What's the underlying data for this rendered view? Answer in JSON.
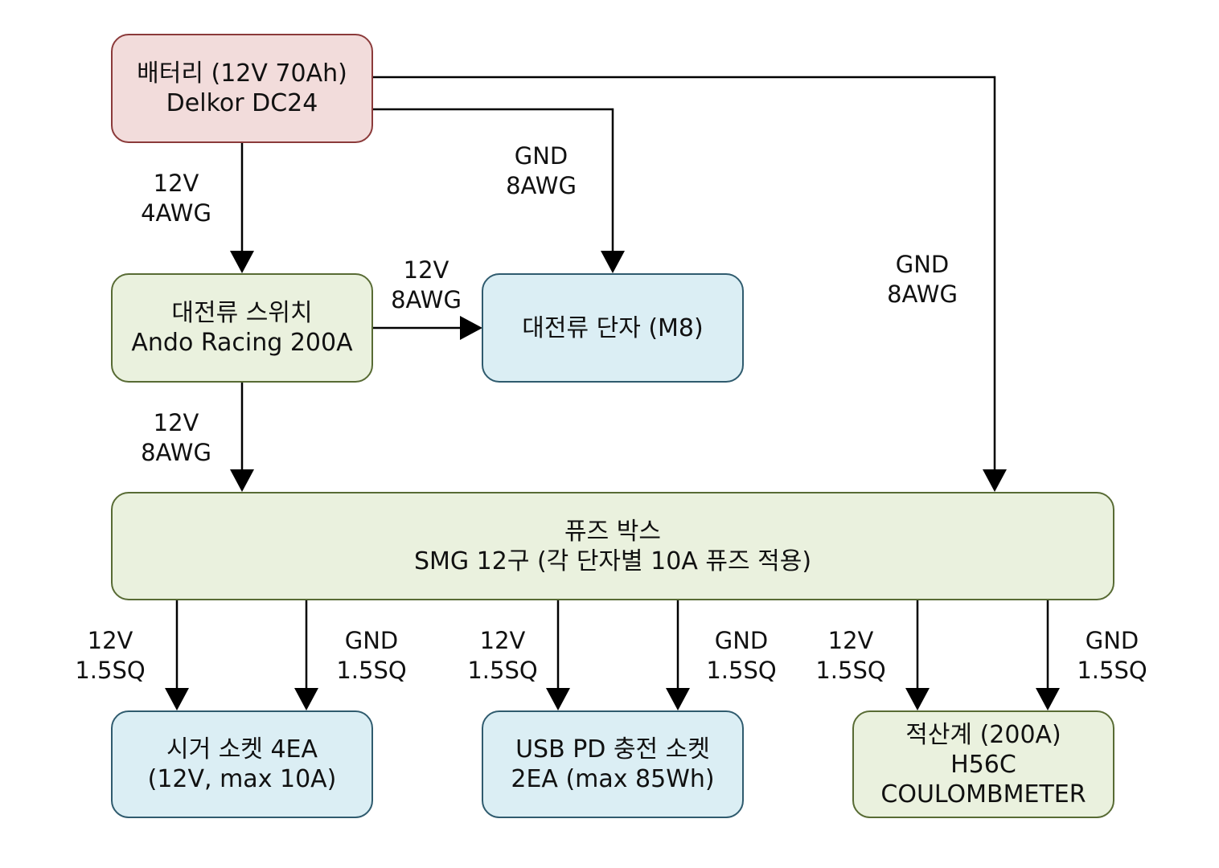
{
  "nodes": {
    "battery": {
      "line1": "배터리 (12V 70Ah)",
      "line2": "Delkor DC24"
    },
    "switch": {
      "line1": "대전류 스위치",
      "line2": "Ando Racing 200A"
    },
    "terminal": {
      "line1": "대전류 단자 (M8)"
    },
    "fusebox": {
      "line1": "퓨즈 박스",
      "line2": "SMG 12구 (각 단자별 10A 퓨즈 적용)"
    },
    "cigar": {
      "line1": "시거 소켓 4EA",
      "line2": "(12V, max 10A)"
    },
    "usb": {
      "line1": "USB PD 충전 소켓",
      "line2": "2EA (max 85Wh)"
    },
    "coulomb": {
      "line1": "적산계 (200A)",
      "line2": "H56C",
      "line3": "COULOMBMETER"
    }
  },
  "edges": {
    "bat_sw": {
      "line1": "12V",
      "line2": "4AWG"
    },
    "bat_term": {
      "line1": "GND",
      "line2": "8AWG"
    },
    "bat_fuse": {
      "line1": "GND",
      "line2": "8AWG"
    },
    "sw_term": {
      "line1": "12V",
      "line2": "8AWG"
    },
    "sw_fuse": {
      "line1": "12V",
      "line2": "8AWG"
    },
    "fuse_cigar_v": {
      "line1": "12V",
      "line2": "1.5SQ"
    },
    "fuse_cigar_g": {
      "line1": "GND",
      "line2": "1.5SQ"
    },
    "fuse_usb_v": {
      "line1": "12V",
      "line2": "1.5SQ"
    },
    "fuse_usb_g": {
      "line1": "GND",
      "line2": "1.5SQ"
    },
    "fuse_coul_v": {
      "line1": "12V",
      "line2": "1.5SQ"
    },
    "fuse_coul_g": {
      "line1": "GND",
      "line2": "1.5SQ"
    }
  },
  "colors": {
    "battery_fill": "#f2dcdb",
    "green_fill": "#eaf1de",
    "blue_fill": "#dbeef4"
  }
}
